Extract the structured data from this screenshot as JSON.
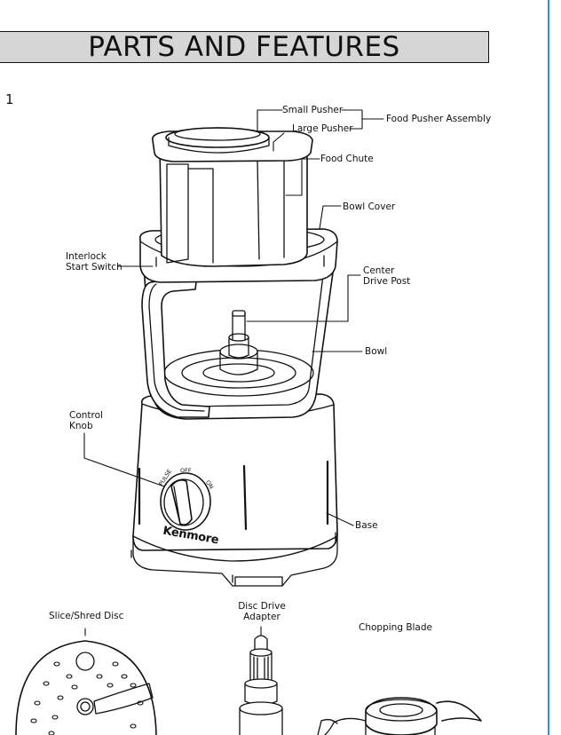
{
  "header": {
    "title": "PARTS AND FEATURES"
  },
  "page": {
    "figure_number": "1"
  },
  "labels": {
    "small_pusher": "Small Pusher",
    "large_pusher": "Large Pusher",
    "food_pusher_assembly": "Food Pusher Assembly",
    "food_chute": "Food Chute",
    "bowl_cover": "Bowl Cover",
    "interlock_line1": "Interlock",
    "interlock_line2": "Start Switch",
    "center_drive_line1": "Center",
    "center_drive_line2": "Drive Post",
    "bowl": "Bowl",
    "control_knob_line1": "Control",
    "control_knob_line2": "Knob",
    "base": "Base",
    "slice_shred_disc": "Slice/Shred Disc",
    "disc_drive_line1": "Disc Drive",
    "disc_drive_line2": "Adapter",
    "chopping_blade": "Chopping Blade"
  },
  "appliance": {
    "brand": "Kenmore",
    "knob_pulse": "PULSE",
    "knob_off": "OFF",
    "knob_on": "ON"
  },
  "colors": {
    "accent_rule": "#3a8fd6",
    "title_bar_bg": "#d6d6d6"
  }
}
